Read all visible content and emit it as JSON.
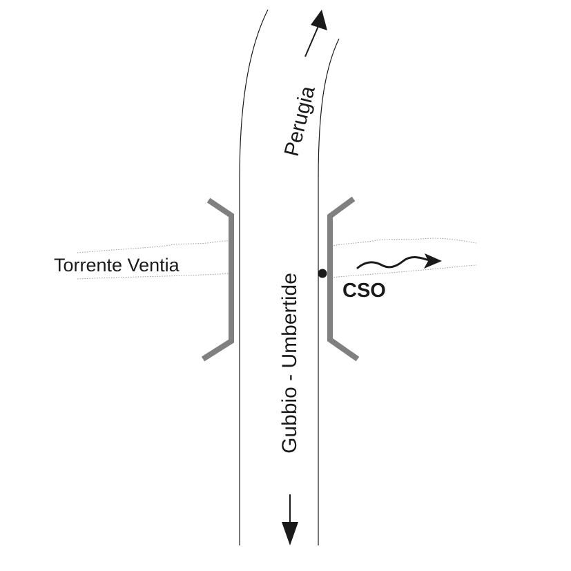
{
  "labels": {
    "road_north": "Perugia",
    "road_south": "Gubbio - Umbertide",
    "river": "Torrente Ventia",
    "outfall": "CSO"
  },
  "colors": {
    "line": "#1a1a1a",
    "bridge": "#808080",
    "river_edge": "#999999",
    "background": "#ffffff"
  }
}
